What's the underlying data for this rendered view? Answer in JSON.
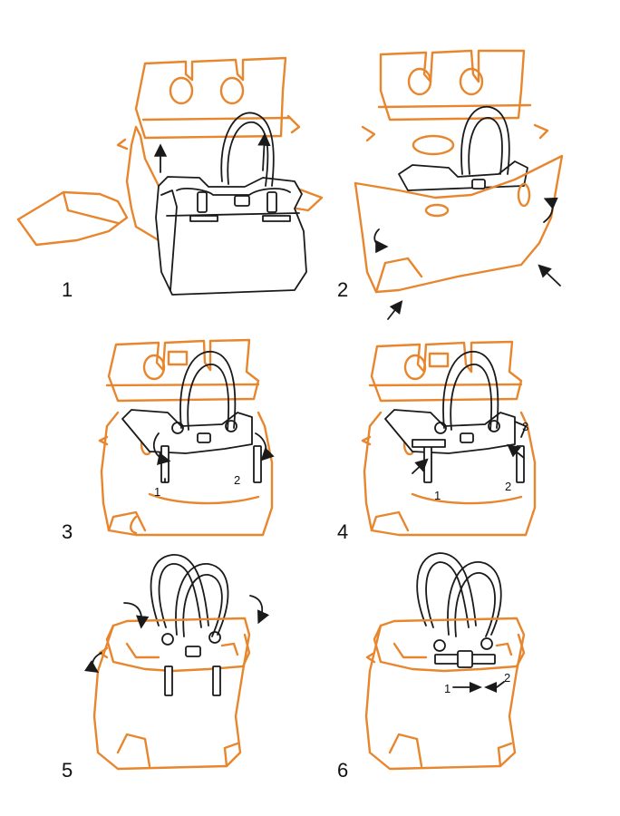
{
  "steps": [
    {
      "number": "1",
      "labels": []
    },
    {
      "number": "2",
      "labels": []
    },
    {
      "number": "3",
      "labels": [
        "1",
        "2"
      ]
    },
    {
      "number": "4",
      "labels": [
        "1",
        "2",
        "3"
      ]
    },
    {
      "number": "5",
      "labels": []
    },
    {
      "number": "6",
      "labels": [
        "1",
        "2"
      ]
    }
  ],
  "colors": {
    "wrapper": "#e8862e",
    "bag": "#1a1a1a",
    "background": "#ffffff"
  }
}
